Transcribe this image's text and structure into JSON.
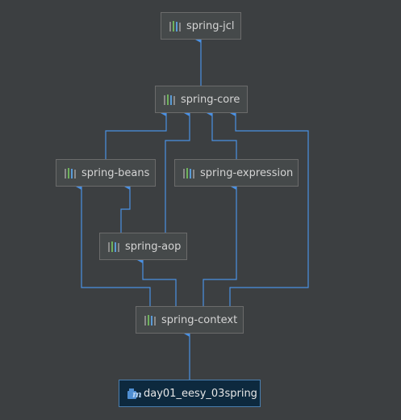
{
  "nodes": [
    {
      "id": "spring-jcl",
      "label": "spring-jcl",
      "kind": "library"
    },
    {
      "id": "spring-core",
      "label": "spring-core",
      "kind": "library"
    },
    {
      "id": "spring-beans",
      "label": "spring-beans",
      "kind": "library"
    },
    {
      "id": "spring-expression",
      "label": "spring-expression",
      "kind": "library"
    },
    {
      "id": "spring-aop",
      "label": "spring-aop",
      "kind": "library"
    },
    {
      "id": "spring-context",
      "label": "spring-context",
      "kind": "library"
    },
    {
      "id": "day01-module",
      "label": "day01_eesy_03spring",
      "kind": "module"
    }
  ],
  "edges": [
    {
      "from": "spring-core",
      "to": "spring-jcl"
    },
    {
      "from": "spring-beans",
      "to": "spring-core"
    },
    {
      "from": "spring-aop",
      "to": "spring-core"
    },
    {
      "from": "spring-expression",
      "to": "spring-core"
    },
    {
      "from": "spring-context",
      "to": "spring-core"
    },
    {
      "from": "spring-aop",
      "to": "spring-beans"
    },
    {
      "from": "spring-context",
      "to": "spring-beans"
    },
    {
      "from": "spring-context",
      "to": "spring-aop"
    },
    {
      "from": "spring-context",
      "to": "spring-expression"
    },
    {
      "from": "day01-module",
      "to": "spring-context"
    }
  ],
  "colors": {
    "background": "#3c3f41",
    "edge": "#4a90e2",
    "node_fill": "#45494a",
    "node_border": "#6b6b6b",
    "selected_fill": "#0d293e"
  },
  "icons": {
    "library": "library-bars-icon",
    "module": "module-m-icon"
  }
}
